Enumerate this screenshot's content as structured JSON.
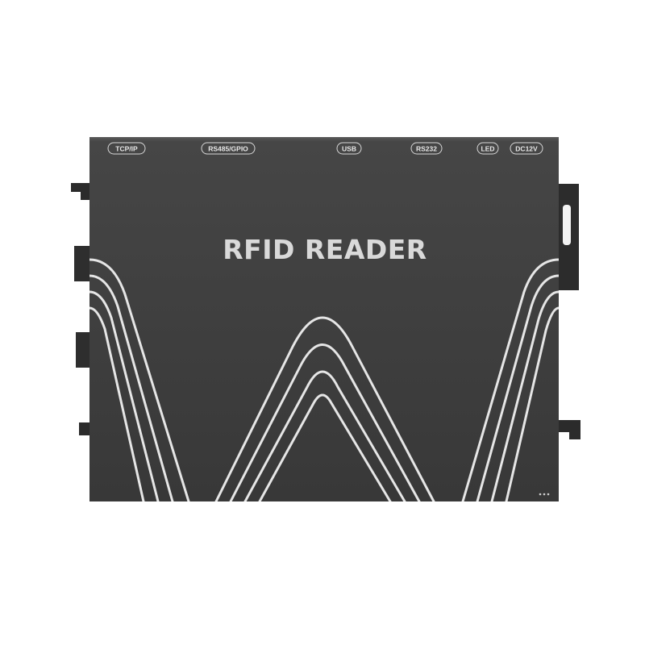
{
  "product": {
    "brand_text": "RFID READER",
    "body_color": "#3e3e3e",
    "line_color": "#e6e6e6"
  },
  "ports": [
    {
      "label": "TCP/IP"
    },
    {
      "label": "RS485/GPIO"
    },
    {
      "label": "USB"
    },
    {
      "label": "RS232"
    },
    {
      "label": "LED"
    },
    {
      "label": "DC12V"
    }
  ],
  "indicator": {
    "icon": "status-dots-icon"
  }
}
